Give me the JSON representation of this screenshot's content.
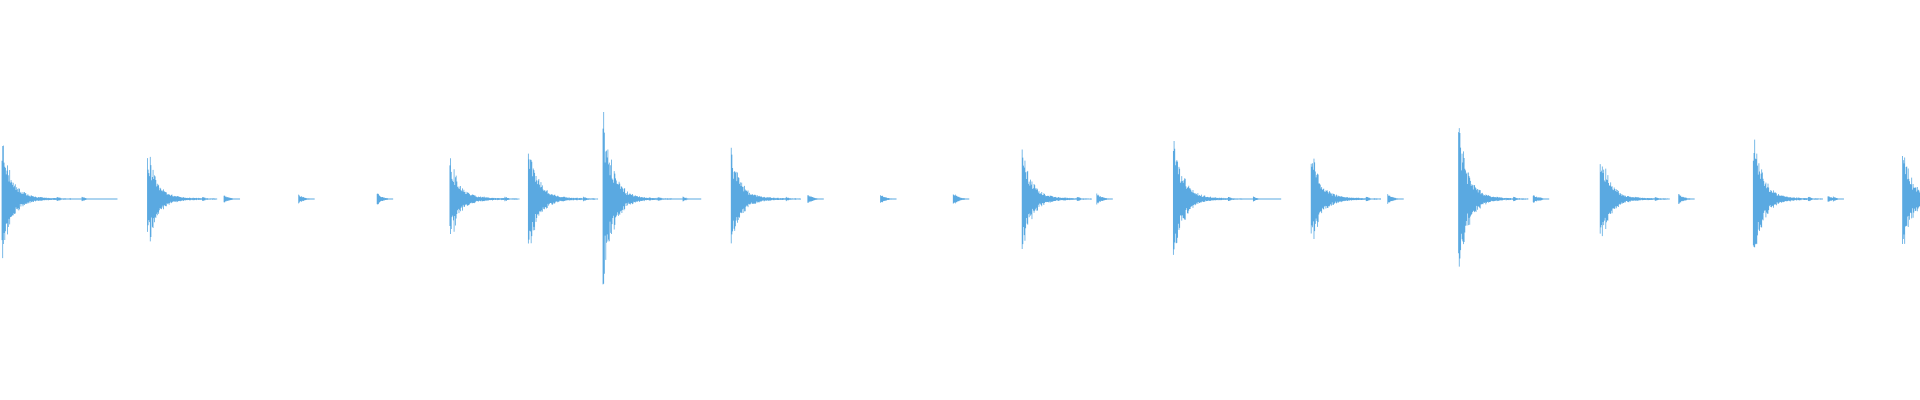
{
  "waveform": {
    "color": "#5aa9e1",
    "background": "#ffffff",
    "baseline_visible": true,
    "hits": [
      {
        "t": 0.0,
        "amp": 0.62,
        "type": "strong"
      },
      {
        "t": 0.076,
        "amp": 0.5,
        "type": "strong"
      },
      {
        "t": 0.116,
        "amp": 0.04,
        "type": "tick"
      },
      {
        "t": 0.155,
        "amp": 0.05,
        "type": "tick"
      },
      {
        "t": 0.196,
        "amp": 0.07,
        "type": "tick"
      },
      {
        "t": 0.234,
        "amp": 0.43,
        "type": "strong"
      },
      {
        "t": 0.275,
        "amp": 0.57,
        "type": "strong"
      },
      {
        "t": 0.314,
        "amp": 0.92,
        "type": "strong"
      },
      {
        "t": 0.381,
        "amp": 0.48,
        "type": "strong"
      },
      {
        "t": 0.421,
        "amp": 0.05,
        "type": "tick"
      },
      {
        "t": 0.459,
        "amp": 0.06,
        "type": "tick"
      },
      {
        "t": 0.497,
        "amp": 0.07,
        "type": "tick"
      },
      {
        "t": 0.533,
        "amp": 0.52,
        "type": "strong"
      },
      {
        "t": 0.572,
        "amp": 0.06,
        "type": "tick"
      },
      {
        "t": 0.612,
        "amp": 0.66,
        "type": "strong"
      },
      {
        "t": 0.684,
        "amp": 0.5,
        "type": "strong"
      },
      {
        "t": 0.724,
        "amp": 0.05,
        "type": "tick"
      },
      {
        "t": 0.761,
        "amp": 0.78,
        "type": "strong"
      },
      {
        "t": 0.8,
        "amp": 0.05,
        "type": "tick"
      },
      {
        "t": 0.835,
        "amp": 0.48,
        "type": "strong"
      },
      {
        "t": 0.876,
        "amp": 0.06,
        "type": "tick"
      },
      {
        "t": 0.915,
        "amp": 0.65,
        "type": "strong"
      },
      {
        "t": 0.954,
        "amp": 0.04,
        "type": "tick"
      },
      {
        "t": 0.993,
        "amp": 0.5,
        "type": "strong"
      }
    ]
  }
}
